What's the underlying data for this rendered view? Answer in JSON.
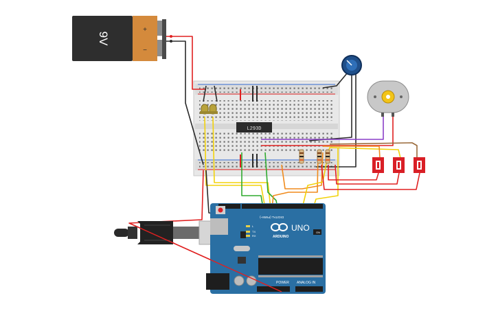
{
  "battery": {
    "label": "9V",
    "plus": "+",
    "minus": "−"
  },
  "chip": {
    "label": "L293D"
  },
  "arduino": {
    "brand": "ARDUINO",
    "model": "UNO",
    "digital_label": "DIGITAL (PWM~)",
    "power_label": "POWER",
    "analog_label": "ANALOG IN",
    "on_label": "ON",
    "tx_label": "TX",
    "rx_label": "RX",
    "l_label": "L"
  },
  "colors": {
    "breadboard": "#e6e6e6",
    "arduino": "#2a6fa3",
    "battery_body": "#2e2e2e",
    "battery_cap": "#d48a3c",
    "wire_red": "#e02020",
    "wire_black": "#2a2a2a",
    "wire_yellow": "#f2d20a",
    "wire_green": "#2faa2f",
    "wire_orange": "#f08a1c",
    "wire_purple": "#8a3fc8",
    "wire_brown": "#9a6a3a",
    "pushbutton": "#d91f26",
    "pot": "#1f4f8a"
  },
  "icons": {
    "pushbuttons": [
      "pushbutton-icon",
      "pushbutton-icon",
      "pushbutton-icon"
    ],
    "leds": [
      "led-icon",
      "led-icon"
    ],
    "resistors": [
      "resistor-icon",
      "resistor-icon",
      "resistor-icon"
    ]
  }
}
